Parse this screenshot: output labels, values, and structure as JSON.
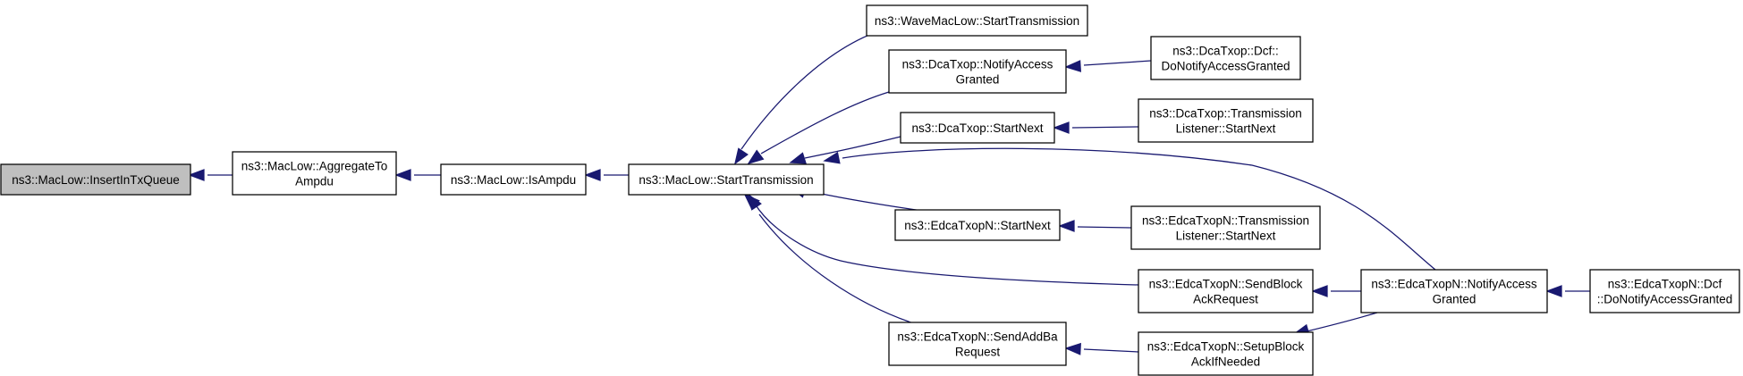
{
  "colors": {
    "edge": "#191970",
    "highlight_fill": "#bfbfbf",
    "border": "#000000"
  },
  "nodes": [
    {
      "id": "insert_in_tx_queue",
      "lines": [
        "ns3::MacLow::InsertInTxQueue"
      ],
      "highlight": true
    },
    {
      "id": "aggregate_to_ampdu",
      "lines": [
        "ns3::MacLow::AggregateTo",
        "Ampdu"
      ]
    },
    {
      "id": "is_ampdu",
      "lines": [
        "ns3::MacLow::IsAmpdu"
      ]
    },
    {
      "id": "maclow_start_transmission",
      "lines": [
        "ns3::MacLow::StartTransmission"
      ]
    },
    {
      "id": "wavemaclow_start_transmission",
      "lines": [
        "ns3::WaveMacLow::StartTransmission"
      ]
    },
    {
      "id": "dcatxop_notify_access_granted",
      "lines": [
        "ns3::DcaTxop::NotifyAccess",
        "Granted"
      ]
    },
    {
      "id": "dcatxop_start_next",
      "lines": [
        "ns3::DcaTxop::StartNext"
      ]
    },
    {
      "id": "edca_start_next",
      "lines": [
        "ns3::EdcaTxopN::StartNext"
      ]
    },
    {
      "id": "edca_send_block_ack_request",
      "lines": [
        "ns3::EdcaTxopN::SendBlock",
        "AckRequest"
      ]
    },
    {
      "id": "edca_send_add_ba_request",
      "lines": [
        "ns3::EdcaTxopN::SendAddBa",
        "Request"
      ]
    },
    {
      "id": "dcf_do_notify_access_granted",
      "lines": [
        "ns3::DcaTxop::Dcf::",
        "DoNotifyAccessGranted"
      ]
    },
    {
      "id": "dcatxop_transmission_listener_start_next",
      "lines": [
        "ns3::DcaTxop::Transmission",
        "Listener::StartNext"
      ]
    },
    {
      "id": "edca_transmission_listener_start_next",
      "lines": [
        "ns3::EdcaTxopN::Transmission",
        "Listener::StartNext"
      ]
    },
    {
      "id": "edca_setup_block_ack_if_needed",
      "lines": [
        "ns3::EdcaTxopN::SetupBlock",
        "AckIfNeeded"
      ]
    },
    {
      "id": "edca_notify_access_granted",
      "lines": [
        "ns3::EdcaTxopN::NotifyAccess",
        "Granted"
      ]
    },
    {
      "id": "edca_dcf_do_notify_access_granted",
      "lines": [
        "ns3::EdcaTxopN::Dcf",
        "::DoNotifyAccessGranted"
      ]
    }
  ],
  "edges": [
    {
      "from": "aggregate_to_ampdu",
      "to": "insert_in_tx_queue"
    },
    {
      "from": "is_ampdu",
      "to": "aggregate_to_ampdu"
    },
    {
      "from": "maclow_start_transmission",
      "to": "is_ampdu"
    },
    {
      "from": "wavemaclow_start_transmission",
      "to": "maclow_start_transmission"
    },
    {
      "from": "dcatxop_notify_access_granted",
      "to": "maclow_start_transmission"
    },
    {
      "from": "dcatxop_start_next",
      "to": "maclow_start_transmission"
    },
    {
      "from": "edca_notify_access_granted",
      "to": "maclow_start_transmission"
    },
    {
      "from": "edca_start_next",
      "to": "maclow_start_transmission"
    },
    {
      "from": "edca_send_block_ack_request",
      "to": "maclow_start_transmission"
    },
    {
      "from": "edca_send_add_ba_request",
      "to": "maclow_start_transmission"
    },
    {
      "from": "dcf_do_notify_access_granted",
      "to": "dcatxop_notify_access_granted"
    },
    {
      "from": "dcatxop_transmission_listener_start_next",
      "to": "dcatxop_start_next"
    },
    {
      "from": "edca_transmission_listener_start_next",
      "to": "edca_start_next"
    },
    {
      "from": "edca_notify_access_granted",
      "to": "edca_send_block_ack_request"
    },
    {
      "from": "edca_setup_block_ack_if_needed",
      "to": "edca_send_add_ba_request"
    },
    {
      "from": "edca_notify_access_granted",
      "to": "edca_setup_block_ack_if_needed"
    },
    {
      "from": "edca_dcf_do_notify_access_granted",
      "to": "edca_notify_access_granted"
    }
  ]
}
